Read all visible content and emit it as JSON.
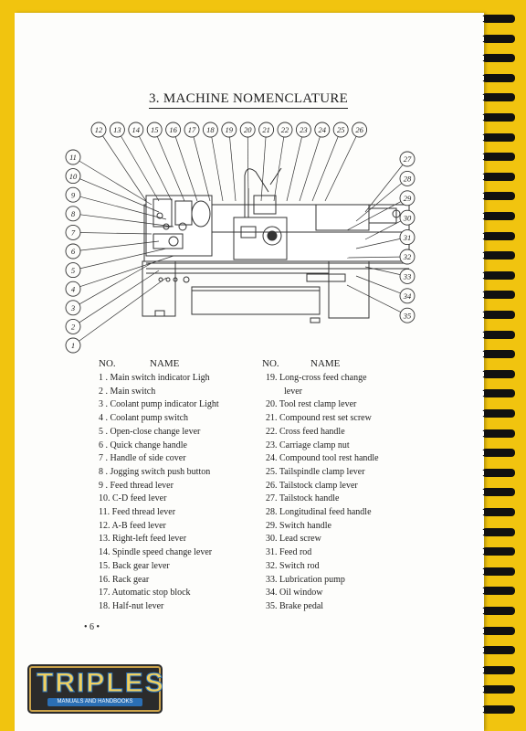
{
  "document": {
    "title": "3. MACHINE NOMENCLATURE",
    "page_number": "• 6 •"
  },
  "diagram": {
    "callouts_top": [
      "12",
      "13",
      "14",
      "15",
      "16",
      "17",
      "18",
      "19",
      "20",
      "21",
      "22",
      "23",
      "24",
      "25",
      "26"
    ],
    "callouts_left": [
      "11",
      "10",
      "9",
      "8",
      "7",
      "6",
      "5",
      "4",
      "3",
      "2",
      "1"
    ],
    "callouts_right": [
      "27",
      "28",
      "29",
      "30",
      "31",
      "32",
      "33",
      "34",
      "35"
    ]
  },
  "table": {
    "col_no": "NO.",
    "col_name": "NAME",
    "left": [
      "1 . Main switch indicator Ligh",
      "2 . Main switch",
      "3 . Coolant pump indicator Light",
      "4 . Coolant pump switch",
      "5 . Open-close change lever",
      "6 . Quick change handle",
      "7 . Handle of side cover",
      "8 . Jogging switch push button",
      "9 . Feed thread lever",
      "10. C-D feed lever",
      "11. Feed thread lever",
      "12. A-B feed lever",
      "13. Right-left feed lever",
      "14. Spindle speed change lever",
      "15. Back gear lever",
      "16. Rack gear",
      "17. Automatic stop block",
      "18. Half-nut lever"
    ],
    "right": [
      "19. Long-cross feed change",
      "lever",
      "20. Tool rest clamp lever",
      "21. Compound rest set screw",
      "22. Cross feed handle",
      "23. Carriage clamp nut",
      "24. Compound tool rest handle",
      "25. Tailspindle clamp lever",
      "26. Tailstock clamp lever",
      "27. Tailstock handle",
      "28. Longitudinal feed handle",
      "29. Switch handle",
      "30. Lead screw",
      "31. Feed rod",
      "32. Switch rod",
      "33. Lubrication pump",
      "34. Oil window",
      "35. Brake pedal"
    ]
  },
  "logo": {
    "name": "TRIPLES",
    "tagline": "MANUALS AND HANDBOOKS"
  }
}
